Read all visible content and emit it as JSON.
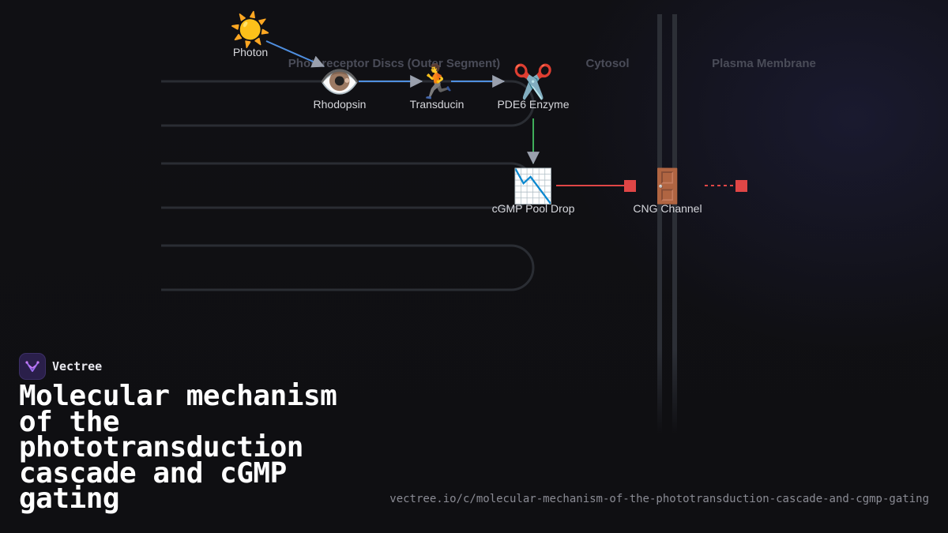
{
  "regions": {
    "discs": "Photoreceptor Discs (Outer Segment)",
    "cytosol": "Cytosol",
    "membrane": "Plasma Membrane"
  },
  "nodes": {
    "photon": {
      "label": "Photon",
      "icon": "sun-icon",
      "glyph": "☀️"
    },
    "rhodopsin": {
      "label": "Rhodopsin",
      "icon": "eye-icon",
      "glyph": "👁️"
    },
    "transducin": {
      "label": "Transducin",
      "icon": "runner-icon",
      "glyph": "🏃"
    },
    "pde6": {
      "label": "PDE6 Enzyme",
      "icon": "scissors-icon",
      "glyph": "✂️"
    },
    "cgmp": {
      "label": "cGMP Pool Drop",
      "icon": "chart-decreasing-icon",
      "glyph": "📉"
    },
    "cng": {
      "label": "CNG Channel",
      "icon": "door-icon",
      "glyph": "🚪"
    }
  },
  "colors": {
    "arrow_blue": "#4f8fe0",
    "arrow_green": "#3fae5a",
    "inhibit_red": "#e04646",
    "arrowhead_grey": "#9aa0ad",
    "disc_stroke": "#2a2d33",
    "membrane_stroke": "#2c2f36"
  },
  "brand": {
    "name": "Vectree",
    "logo_icon": "vectree-logo-icon"
  },
  "title": "Molecular mechanism of the phototransduction cascade and cGMP gating",
  "url": "vectree.io/c/molecular-mechanism-of-the-phototransduction-cascade-and-cgmp-gating"
}
